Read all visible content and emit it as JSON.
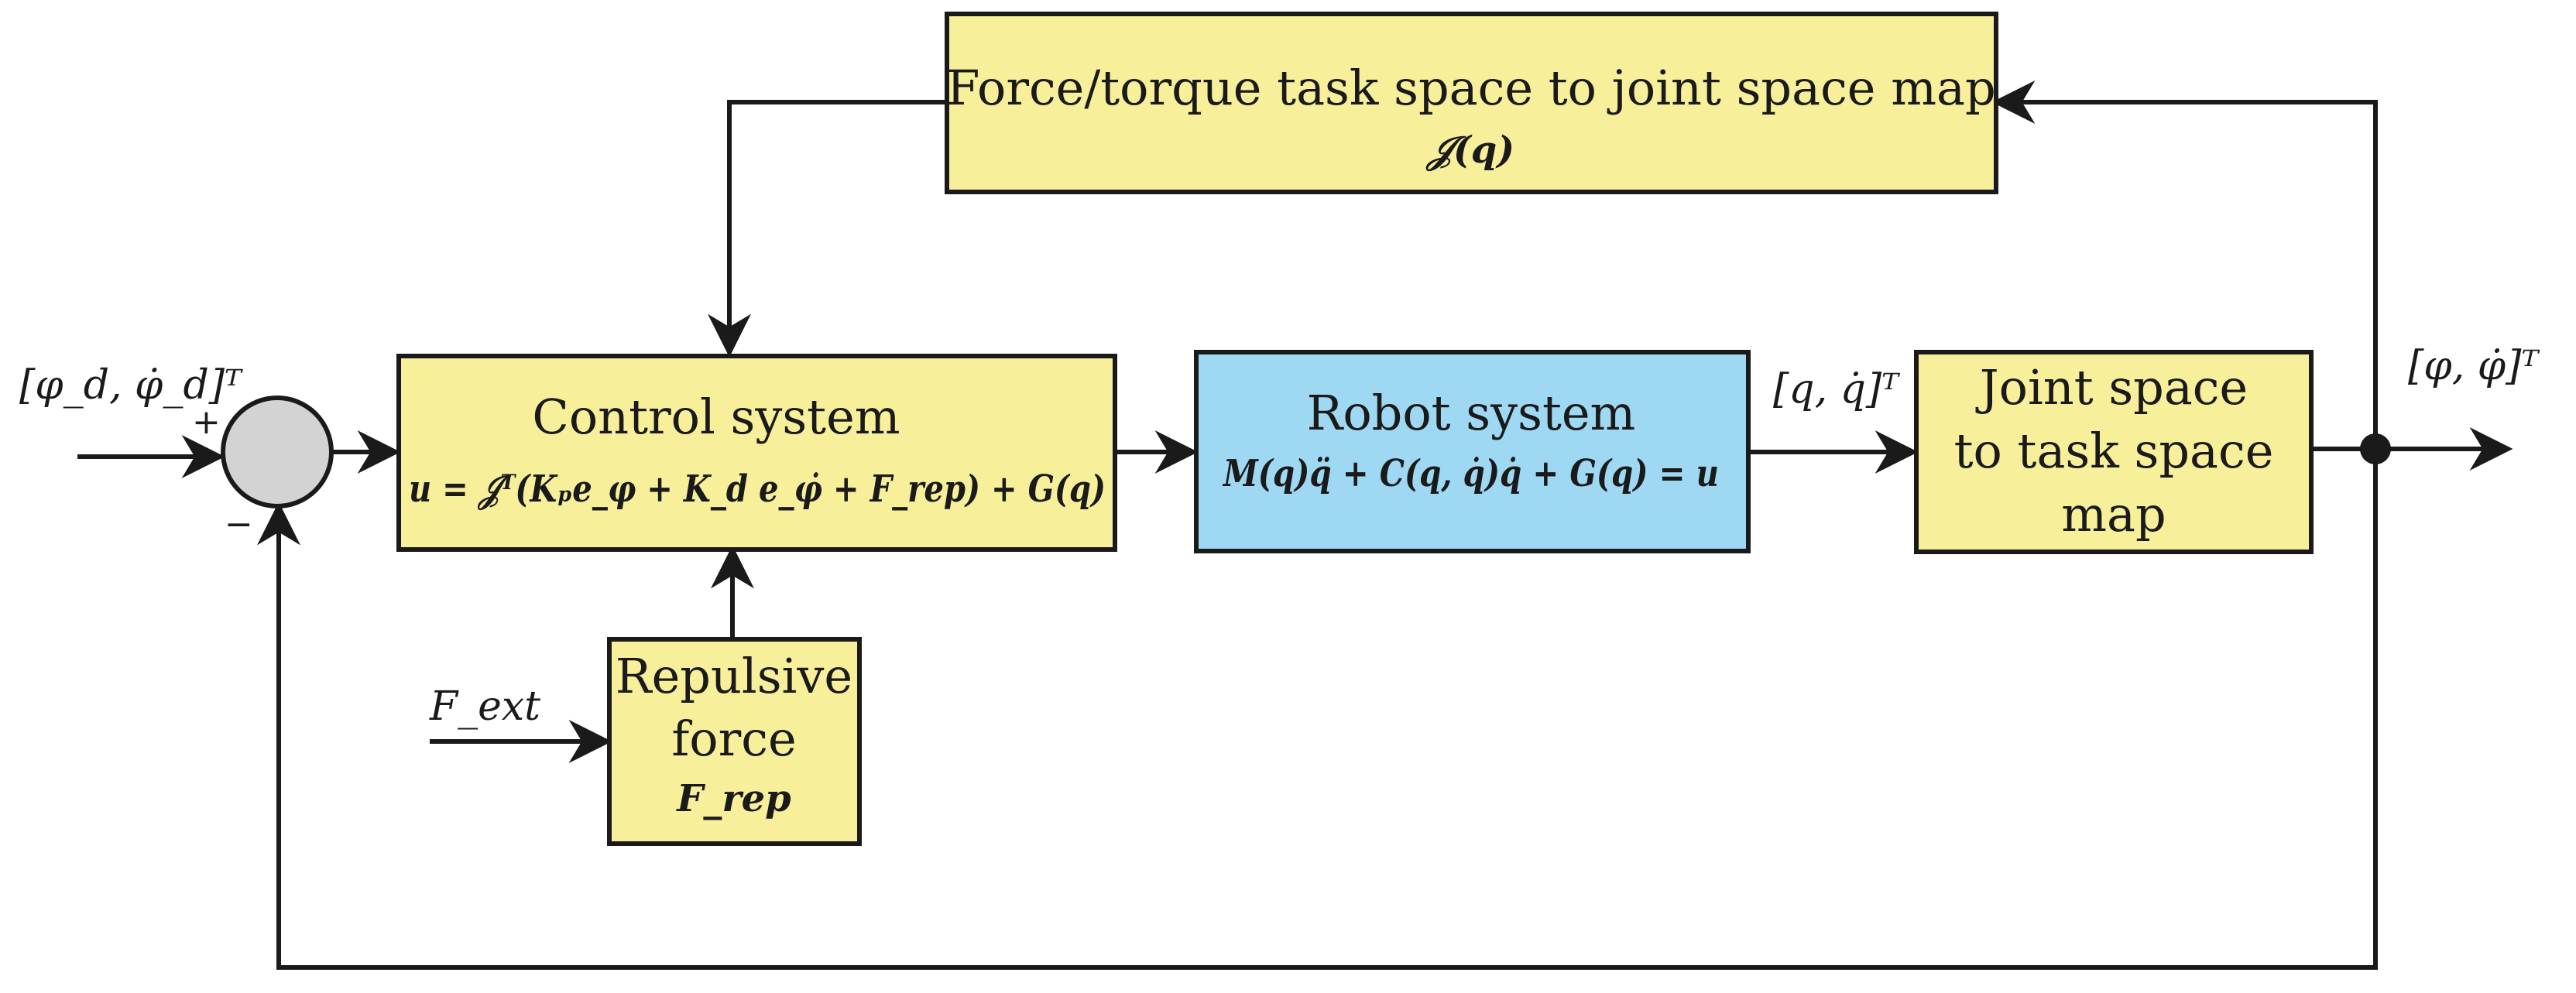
{
  "colors": {
    "yellow_block": "#f8ef9a",
    "blue_block": "#9fd8f2",
    "summing_junction": "#d3d3d3",
    "line": "#1a1a1a"
  },
  "blocks": {
    "force_map": {
      "title": "Force/torque task space to joint space map",
      "formula": "𝒥(q)"
    },
    "control_system": {
      "title": "Control system",
      "formula": "u = 𝒥ᵀ(Kₚe_φ + K_d e_φ̇ + F_rep) + G(q)"
    },
    "robot_system": {
      "title": "Robot system",
      "formula": "M(q)q̈ + C(q, q̇)q̇ + G(q) = u"
    },
    "joint_map": {
      "lines": [
        "Joint space",
        "to task space",
        "map"
      ]
    },
    "repulsive_force": {
      "lines": [
        "Repulsive",
        "force"
      ],
      "formula": "F_rep"
    }
  },
  "signals": {
    "reference_input": "[φ_d, φ̇_d]ᵀ",
    "plus_sign": "+",
    "minus_sign": "−",
    "external_force": "F_ext",
    "joint_state": "[q, q̇]ᵀ",
    "task_output": "[φ, φ̇]ᵀ"
  }
}
